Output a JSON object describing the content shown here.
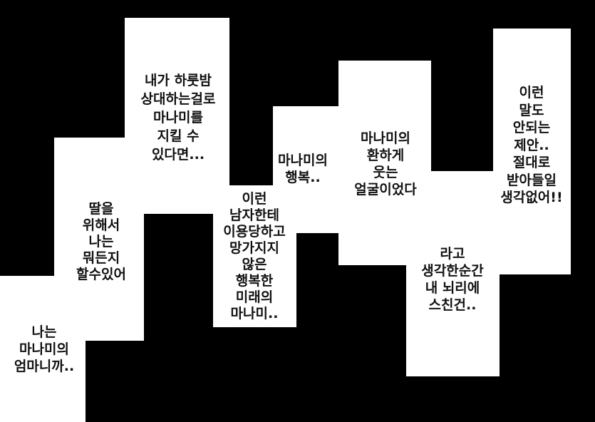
{
  "colors": {
    "background": "#000000",
    "panel": "#ffffff",
    "text": "#111111"
  },
  "captions": [
    {
      "id": "mother",
      "lines": [
        "나는",
        "마나미의",
        "엄마니까.."
      ]
    },
    {
      "id": "daughter",
      "lines": [
        "딸을",
        "위해서",
        "나는",
        "뭐든지",
        "할수있어"
      ]
    },
    {
      "id": "one-night",
      "lines": [
        "내가 하룻밤",
        "상대하는걸로",
        "마나미를",
        "지킬 수",
        "있다면..."
      ]
    },
    {
      "id": "future",
      "lines": [
        "이런",
        "남자한테",
        "이용당하고",
        "망가지지",
        "않은",
        "행복한",
        "미래의",
        "마나미.."
      ]
    },
    {
      "id": "happiness",
      "lines": [
        "마나미의",
        "행복.."
      ]
    },
    {
      "id": "smile",
      "lines": [
        "마나미의",
        "환하게",
        "웃는",
        "얼굴이었다"
      ]
    },
    {
      "id": "thought",
      "lines": [
        "라고",
        "생각한순간",
        "내 뇌리에",
        "스친건.."
      ]
    },
    {
      "id": "refusal",
      "lines": [
        "이런",
        "말도",
        "안되는",
        "제안..",
        "절대로",
        "받아들일",
        "생각없어!!"
      ]
    }
  ]
}
